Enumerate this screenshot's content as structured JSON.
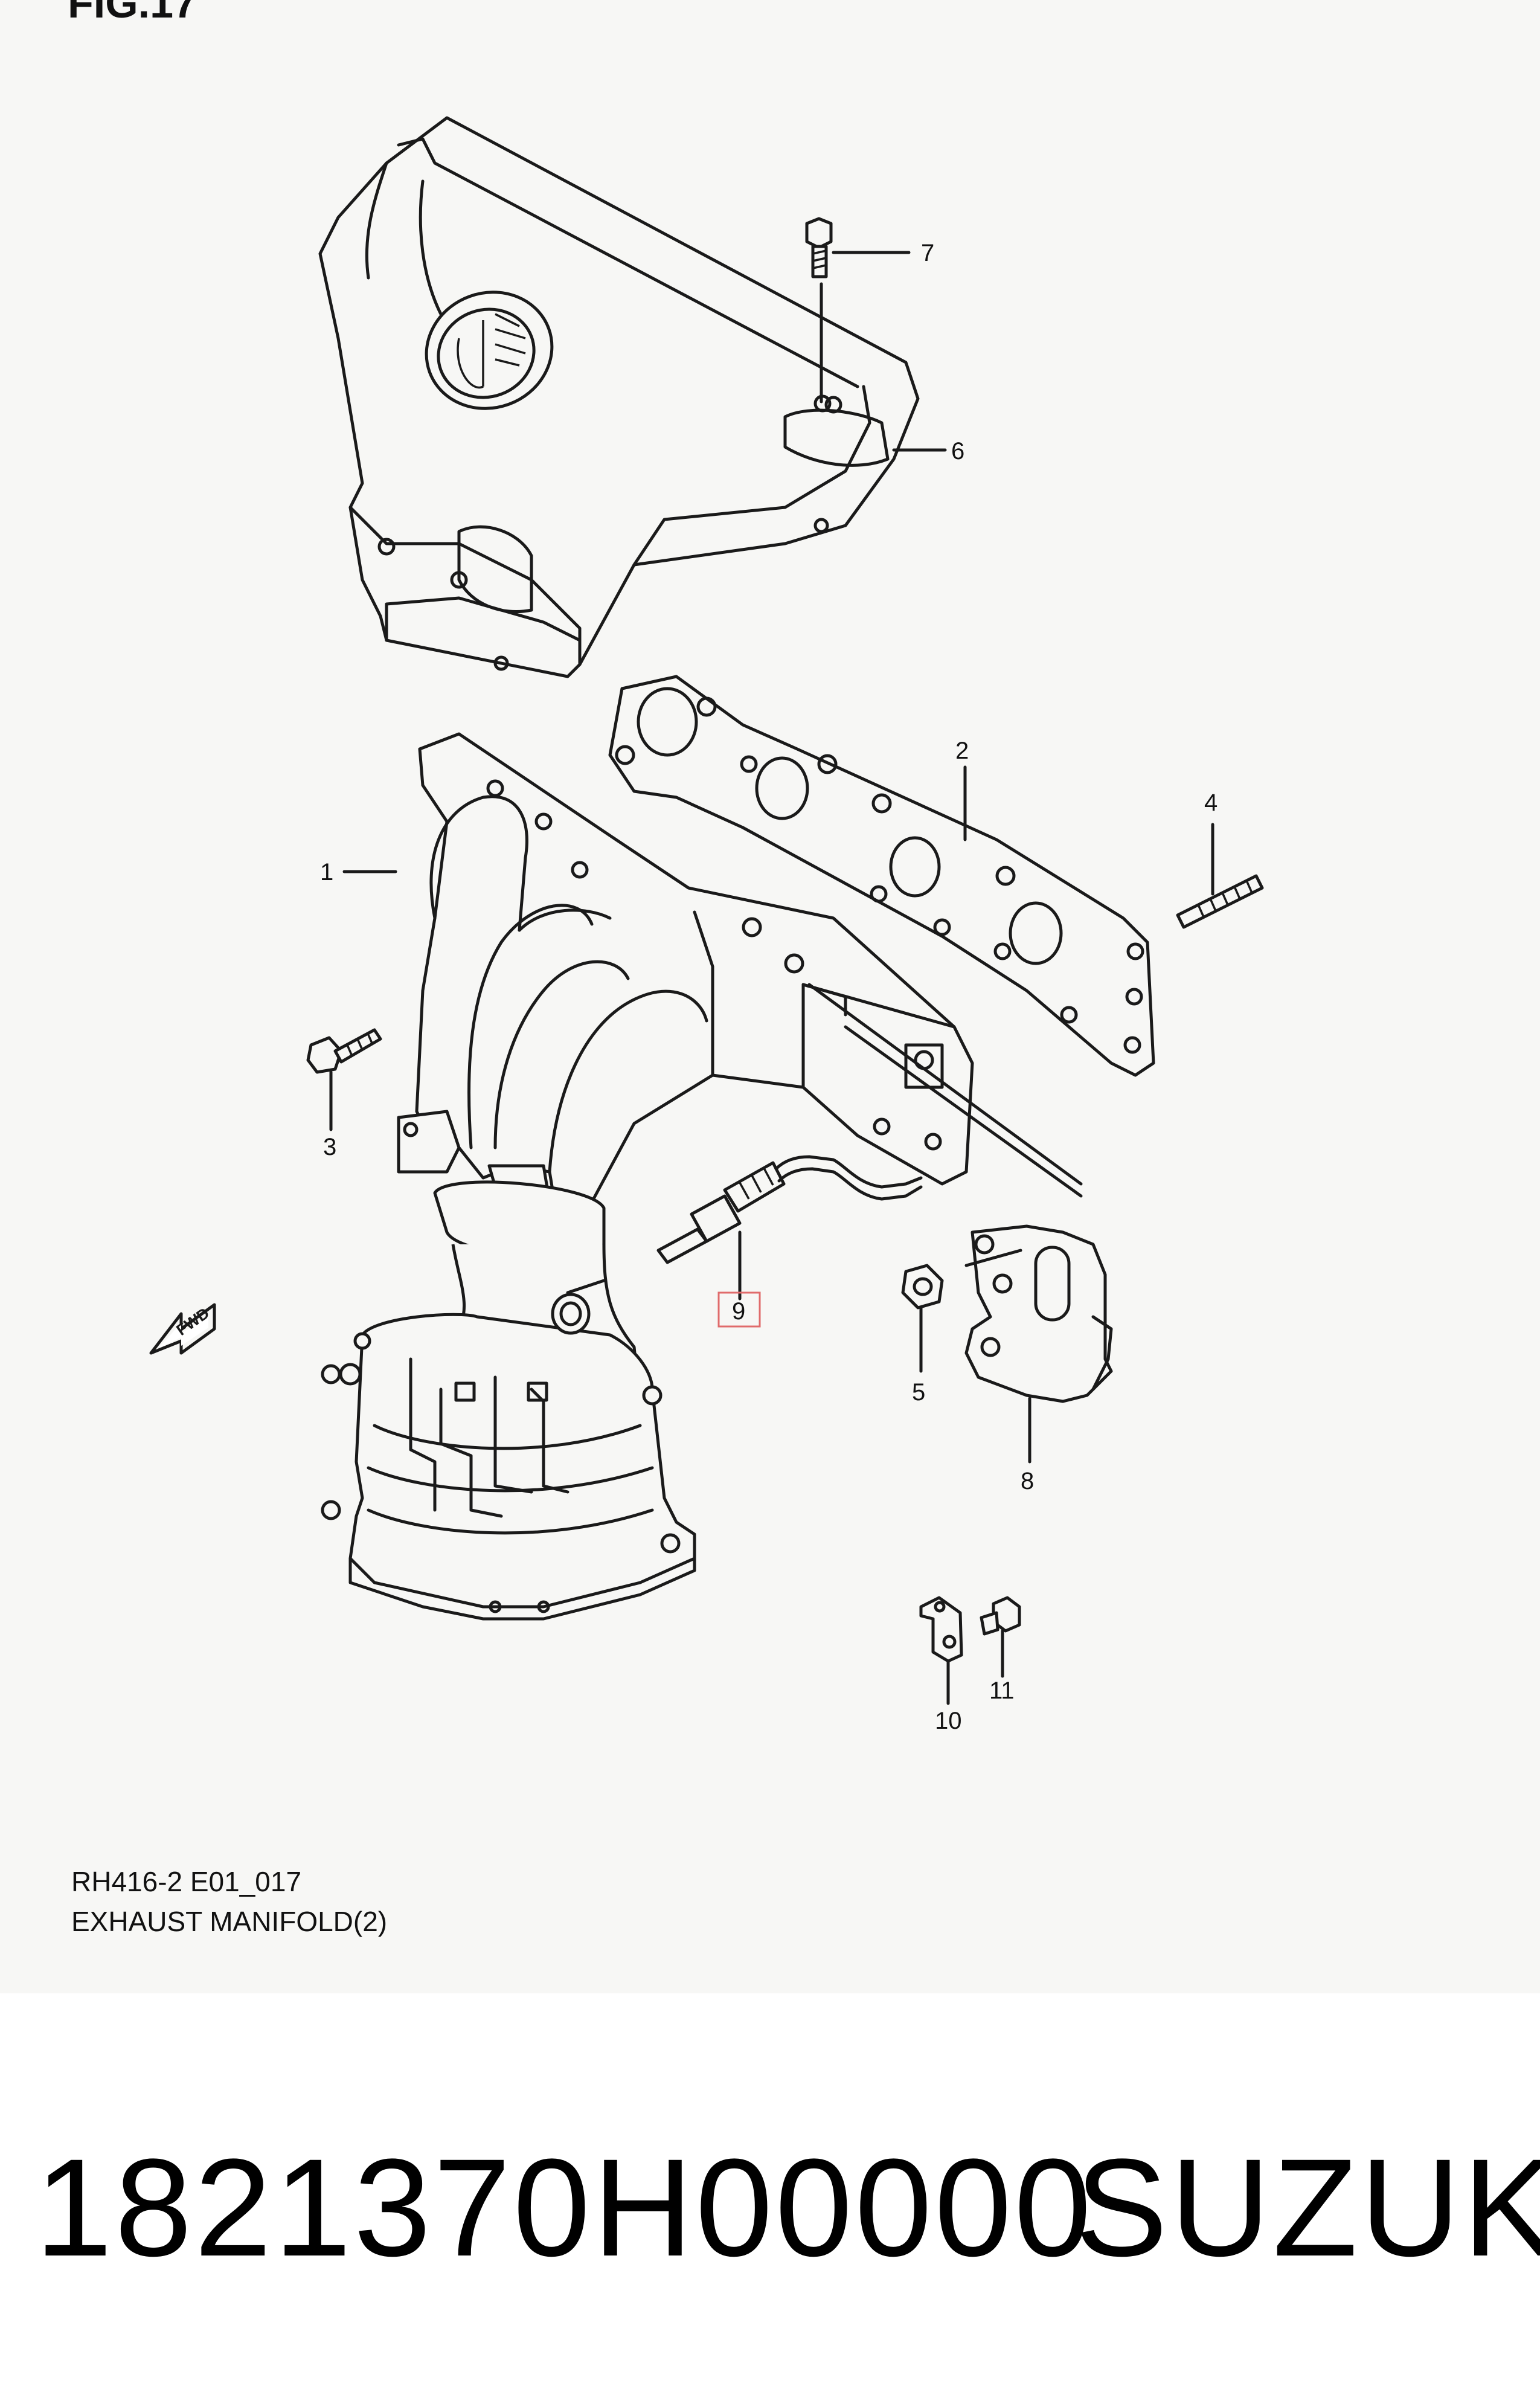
{
  "figure": {
    "title": "FIG.17"
  },
  "diagram": {
    "code": "RH416-2 E01_017",
    "name": "EXHAUST MANIFOLD(2)",
    "fwd_label": "FWD",
    "highlighted_callout": "9",
    "callouts": {
      "c1": "1",
      "c2": "2",
      "c3": "3",
      "c4": "4",
      "c5": "5",
      "c6": "6",
      "c7": "7",
      "c8": "8",
      "c9": "9",
      "c10": "10",
      "c11": "11"
    }
  },
  "footer": {
    "part_number": "1821370H00000",
    "brand": "SUZUKI"
  },
  "colors": {
    "panel_bg": "#f7f7f5",
    "line": "#1a1a1a",
    "highlight_box": "#e06b6b"
  }
}
